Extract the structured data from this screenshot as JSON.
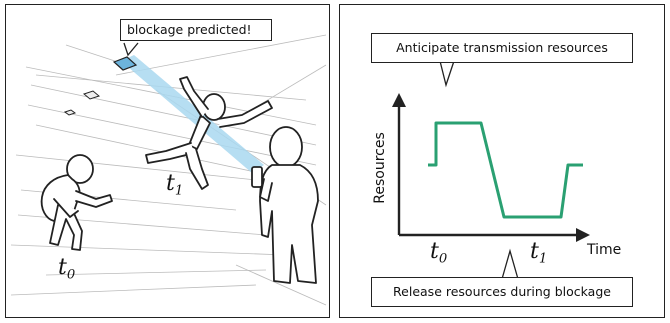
{
  "left_panel": {
    "callout": "blockage predicted!",
    "t0": {
      "base": "t",
      "sub": "0"
    },
    "t1": {
      "base": "t",
      "sub": "1"
    }
  },
  "right_panel": {
    "top_callout": "Anticipate transmission resources",
    "bottom_callout": "Release resources during blockage",
    "y_axis_label": "Resources",
    "x_axis_label": "Time",
    "t0": {
      "base": "t",
      "sub": "0"
    },
    "t1": {
      "base": "t",
      "sub": "1"
    }
  },
  "colors": {
    "curve": "#2aa072",
    "beam": "#a9d8f0",
    "ink": "#222222"
  }
}
